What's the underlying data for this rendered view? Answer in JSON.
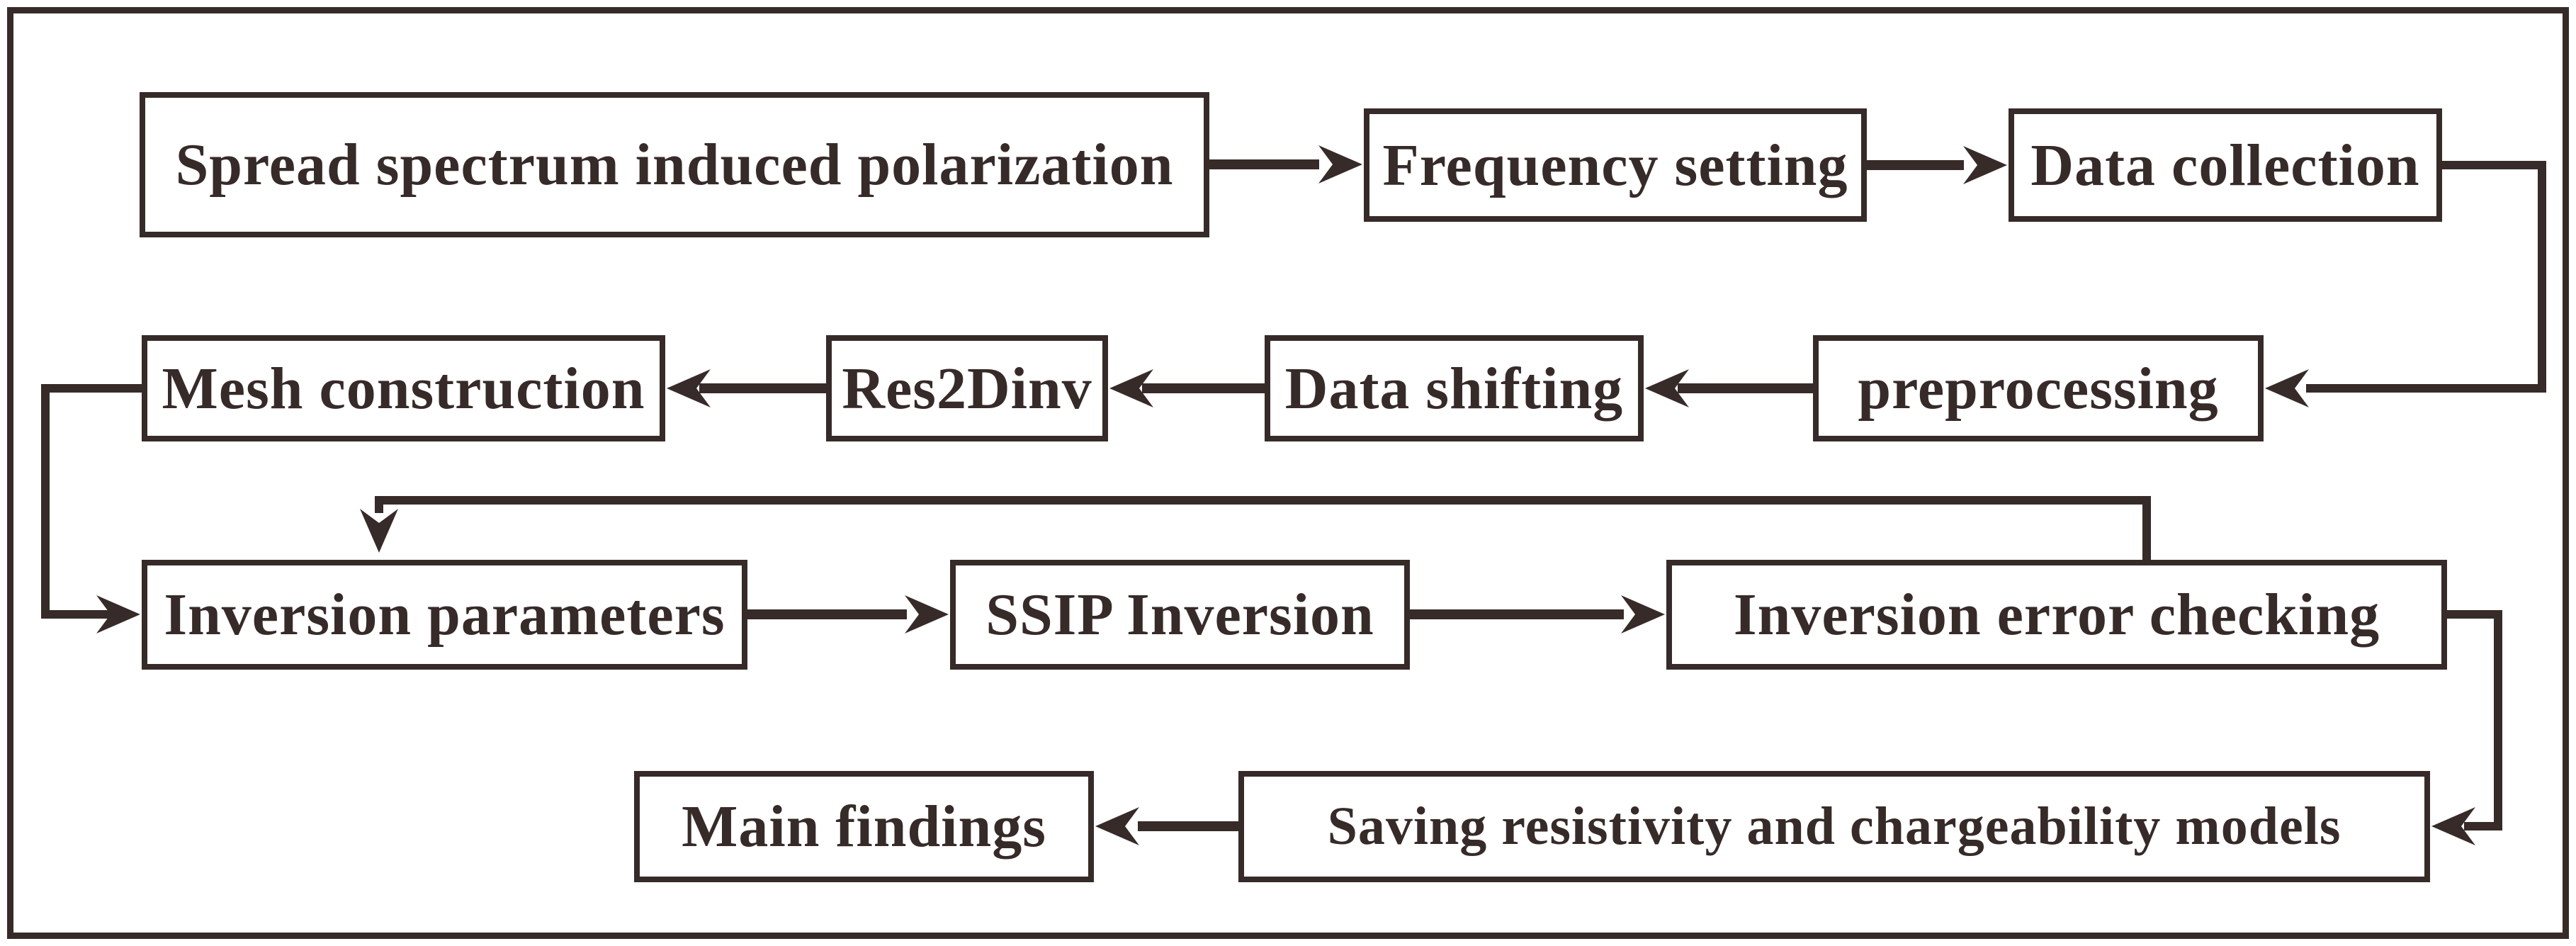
{
  "colors": {
    "ink": "#362b29",
    "background": "#ffffff"
  },
  "nodes": [
    {
      "id": "ssip-method",
      "label": "Spread spectrum induced polarization"
    },
    {
      "id": "frequency-setting",
      "label": "Frequency setting"
    },
    {
      "id": "data-collection",
      "label": "Data collection"
    },
    {
      "id": "preprocessing",
      "label": "preprocessing"
    },
    {
      "id": "data-shifting",
      "label": "Data shifting"
    },
    {
      "id": "res2dinv",
      "label": "Res2Dinv"
    },
    {
      "id": "mesh-construction",
      "label": "Mesh construction"
    },
    {
      "id": "inversion-parameters",
      "label": "Inversion parameters"
    },
    {
      "id": "ssip-inversion",
      "label": "SSIP Inversion"
    },
    {
      "id": "inversion-error-checking",
      "label": "Inversion error checking"
    },
    {
      "id": "saving-models",
      "label": "Saving resistivity and chargeability models"
    },
    {
      "id": "main-findings",
      "label": "Main findings"
    }
  ],
  "edges": [
    {
      "from": "ssip-method",
      "to": "frequency-setting"
    },
    {
      "from": "frequency-setting",
      "to": "data-collection"
    },
    {
      "from": "data-collection",
      "to": "preprocessing"
    },
    {
      "from": "preprocessing",
      "to": "data-shifting"
    },
    {
      "from": "data-shifting",
      "to": "res2dinv"
    },
    {
      "from": "res2dinv",
      "to": "mesh-construction"
    },
    {
      "from": "mesh-construction",
      "to": "inversion-parameters"
    },
    {
      "from": "inversion-parameters",
      "to": "ssip-inversion"
    },
    {
      "from": "ssip-inversion",
      "to": "inversion-error-checking"
    },
    {
      "from": "inversion-error-checking",
      "to": "inversion-parameters"
    },
    {
      "from": "inversion-error-checking",
      "to": "saving-models"
    },
    {
      "from": "saving-models",
      "to": "main-findings"
    }
  ]
}
